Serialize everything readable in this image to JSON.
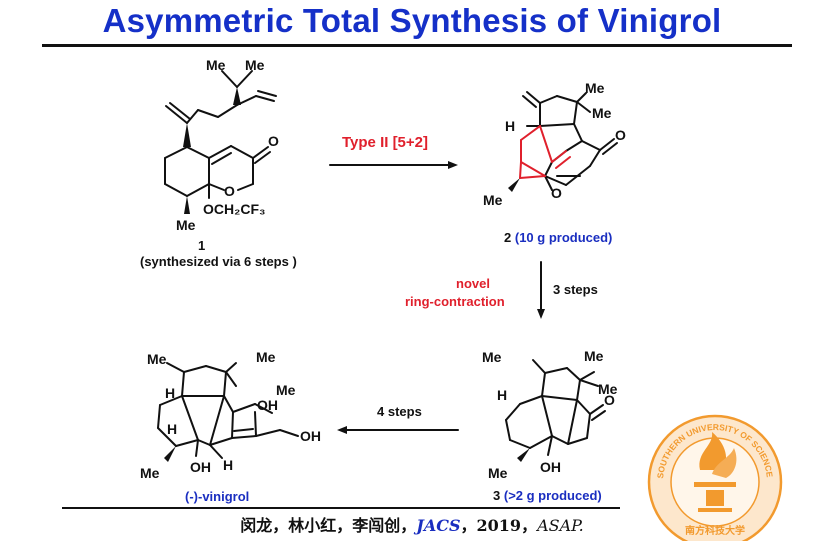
{
  "title": "Asymmetric Total Synthesis of Vinigrol",
  "compound1": {
    "number": "1",
    "note": "(synthesized via 6 steps )",
    "atoms": {
      "me_top_left": "Me",
      "me_top_right": "Me",
      "carbonyl_o": "O",
      "ring_o": "O",
      "ether": "OCH₂CF₃",
      "me_bottom": "Me"
    }
  },
  "arrow1": {
    "label": "Type II [5+2]"
  },
  "compound2": {
    "number": "2",
    "note": "(10 g produced)",
    "atoms": {
      "me_top": "Me",
      "me_right": "Me",
      "h": "H",
      "carbonyl_o": "O",
      "ring_o": "O",
      "me_bottom": "Me"
    }
  },
  "arrow2": {
    "label_left_1": "novel",
    "label_left_2": "ring-contraction",
    "label_right": "3 steps"
  },
  "compound3": {
    "number": "3",
    "note": "(>2 g produced)",
    "atoms": {
      "me_top_left": "Me",
      "me_top": "Me",
      "me_right": "Me",
      "h": "H",
      "carbonyl_o": "O",
      "me_bottom": "Me",
      "oh": "OH"
    }
  },
  "arrow3": {
    "label": "4 steps"
  },
  "vinigrol": {
    "name": "(-)-vinigrol",
    "atoms": {
      "me_top_left": "Me",
      "me_top": "Me",
      "me_right": "Me",
      "h_top": "H",
      "h_mid": "H",
      "oh_top": "OH",
      "oh_side": "OH",
      "me_bottom": "Me",
      "oh_bottom": "OH",
      "h_bottom": "H"
    }
  },
  "footer": {
    "authors": "闵龙，林小红，李闯创，",
    "journal": "JACS",
    "year": "，2019，",
    "status": "ASAP."
  },
  "logo": {
    "ring_text": "SOUTHERN UNIVERSITY OF SCIENCE AND TECHNOLOGY",
    "cn_text": "南方科技大学"
  },
  "colors": {
    "title": "#1530c8",
    "label_blue": "#1a2ec0",
    "label_red": "#e0202c",
    "red_bonds": "#e0202c",
    "logo": "#f29a2e"
  }
}
